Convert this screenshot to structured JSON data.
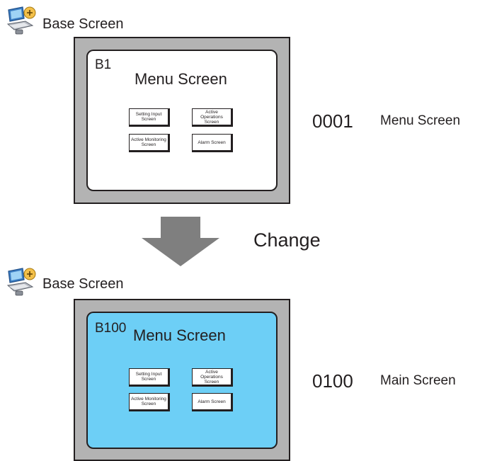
{
  "top": {
    "header": {
      "label": "Base Screen",
      "icon": "base-screen-icon"
    },
    "screen": {
      "id": "B1",
      "title": "Menu Screen",
      "background": "#ffffff",
      "buttons": [
        "Setting Input Screen",
        "Active Operations Screen",
        "Active Monitoring Screen",
        "Alarm Screen"
      ]
    },
    "number": "0001",
    "name": "Menu Screen"
  },
  "transition": {
    "label": "Change",
    "icon": "down-arrow-icon"
  },
  "bottom": {
    "header": {
      "label": "Base Screen",
      "icon": "base-screen-icon"
    },
    "screen": {
      "id": "B100",
      "title": "Menu Screen",
      "background": "#6dcff6",
      "buttons": [
        "Setting Input Screen",
        "Active Operations Screen",
        "Active Monitoring Screen",
        "Alarm Screen"
      ]
    },
    "number": "0100",
    "name": "Main Screen"
  }
}
